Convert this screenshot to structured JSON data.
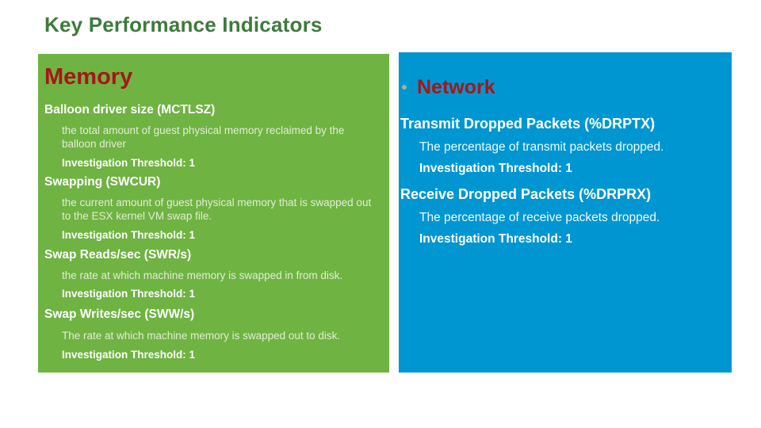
{
  "header": {
    "title": "Key Performance Indicators"
  },
  "colors": {
    "title_green": "#3e7b3b",
    "panel_green": "#6fb342",
    "panel_blue": "#0096d2",
    "heading_red": "#a51717",
    "body_on_green": "#e2eed4",
    "body_on_blue": "#f0f9fc",
    "bullet_gray": "#9fb0a6"
  },
  "memory": {
    "title": "Memory",
    "items": [
      {
        "heading": "Balloon driver size (MCTLSZ)",
        "desc": "the total amount of guest physical memory reclaimed by the balloon driver",
        "threshold": "Investigation Threshold: 1"
      },
      {
        "heading": "Swapping (SWCUR)",
        "desc": "the current amount of guest physical memory that is swapped out to the ESX kernel VM swap file.",
        "threshold": "Investigation Threshold: 1"
      },
      {
        "heading": "Swap Reads/sec (SWR/s)",
        "desc": "the rate at which machine memory is swapped in from disk.",
        "threshold": "Investigation Threshold: 1"
      },
      {
        "heading": "Swap Writes/sec (SWW/s)",
        "desc": "The rate at which machine memory is swapped out to disk.",
        "threshold": "Investigation Threshold: 1"
      }
    ]
  },
  "network": {
    "title": "Network",
    "items": [
      {
        "heading": "Transmit Dropped Packets (%DRPTX)",
        "desc": "The percentage of transmit packets dropped.",
        "threshold": "Investigation Threshold: 1"
      },
      {
        "heading": "Receive Dropped Packets (%DRPRX)",
        "desc": "The percentage of receive packets dropped.",
        "threshold": "Investigation Threshold: 1"
      }
    ]
  }
}
